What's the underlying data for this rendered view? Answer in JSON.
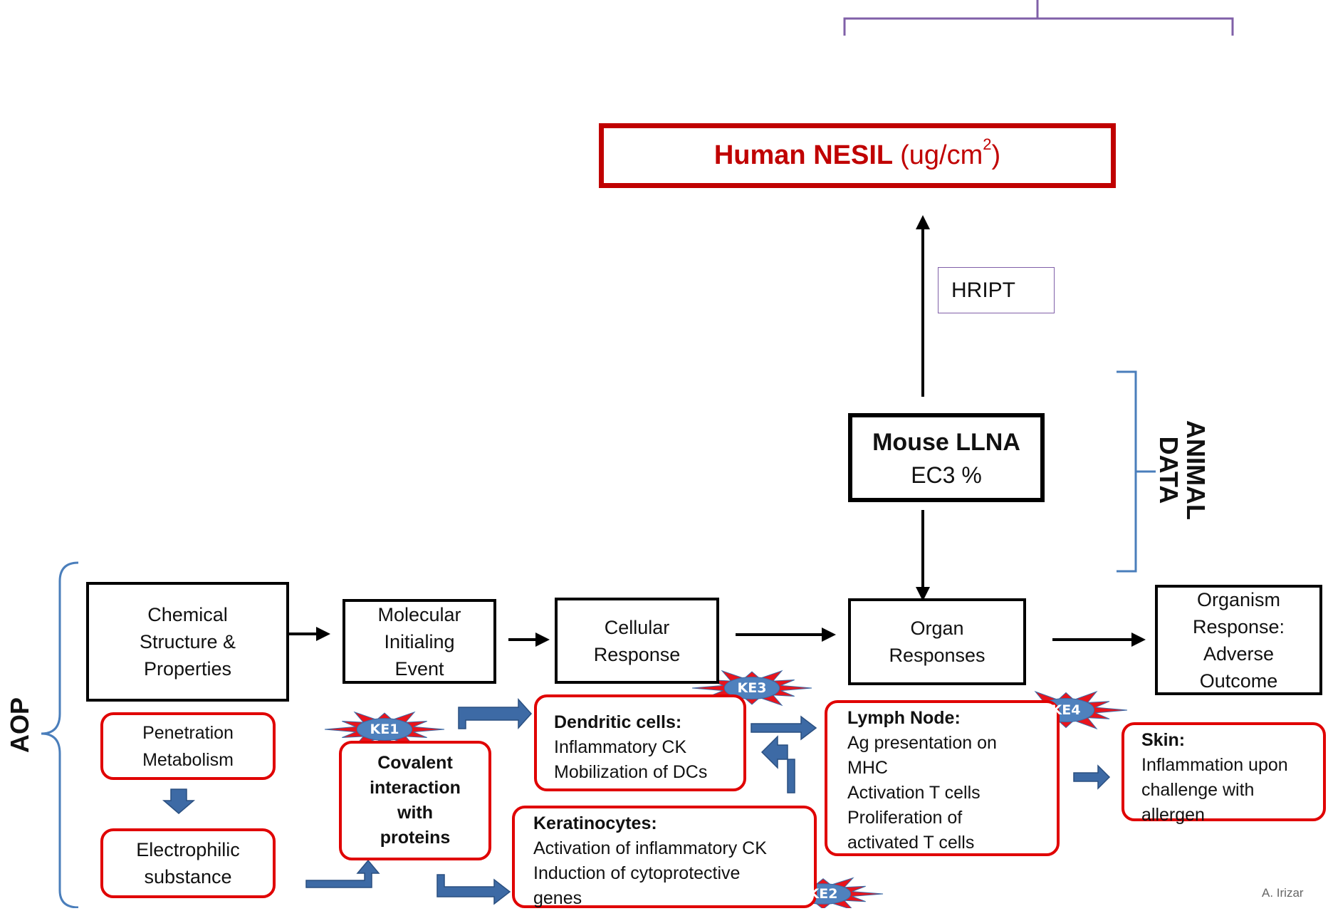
{
  "colors": {
    "red": "#e00000",
    "dark_red": "#c00000",
    "black": "#000000",
    "blue_arrow": "#3d6aa5",
    "bracket_blue": "#4a7ebb",
    "bracket_purple": "#8060a8",
    "ke_burst_red": "#e8141c",
    "ke_badge_blue": "#4f81bd"
  },
  "top": {
    "nesil_bold": "Human NESIL",
    "nesil_unit": "(ug/cm",
    "nesil_sup": "2",
    "nesil_close": ")",
    "hript": "HRIPT"
  },
  "animal": {
    "llna_title": "Mouse LLNA",
    "llna_sub": "EC3 %",
    "side_label_1": "ANIMAL",
    "side_label_2": "DATA"
  },
  "aop": {
    "side_label": "AOP",
    "stages": [
      [
        "Chemical",
        "Structure &",
        "Properties"
      ],
      [
        "Molecular",
        "Initialing",
        "Event"
      ],
      [
        "Cellular",
        "Response"
      ],
      [
        "Organ",
        "Responses"
      ],
      [
        "Organism",
        "Response:",
        "Adverse",
        "Outcome"
      ]
    ]
  },
  "events": {
    "penetration": [
      "Penetration",
      "Metabolism"
    ],
    "electrophilic": [
      "Electrophilic",
      "substance"
    ],
    "covalent": [
      "Covalent",
      "interaction",
      "with",
      "proteins"
    ],
    "dendritic_title": "Dendritic cells:",
    "dendritic_lines": [
      "Inflammatory CK",
      "Mobilization of DCs"
    ],
    "keratinocytes_title": "Keratinocytes:",
    "keratinocytes_lines": [
      "Activation of inflammatory CK",
      "Induction of cytoprotective",
      "genes"
    ],
    "lymph_title": "Lymph Node:",
    "lymph_lines": [
      "Ag presentation on",
      "MHC",
      "Activation T cells",
      "Proliferation of",
      "activated T cells"
    ],
    "skin_title": "Skin:",
    "skin_lines": [
      "Inflammation upon",
      "challenge with",
      "allergen"
    ]
  },
  "key_events": [
    "KE1",
    "KE2",
    "KE3",
    "KE4"
  ],
  "credit": "A. Irizar"
}
